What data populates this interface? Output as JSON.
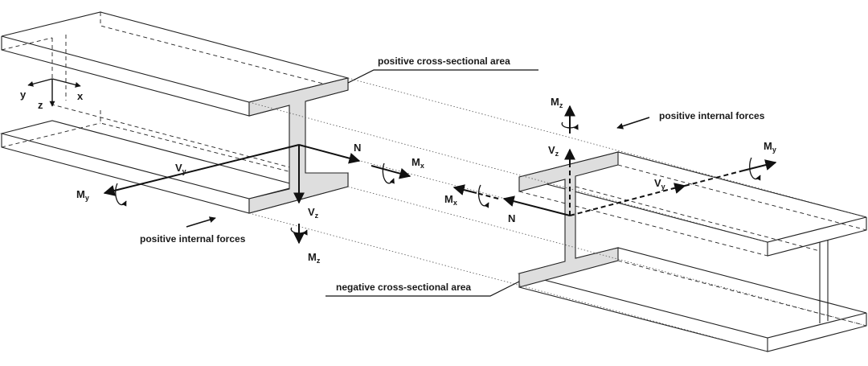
{
  "labels": {
    "positive_area": "positive cross-sectional area",
    "negative_area": "negative cross-sectional area",
    "positive_forces_left": "positive internal forces",
    "positive_forces_right": "positive internal forces"
  },
  "axes": {
    "x": "x",
    "y": "y",
    "z": "z"
  },
  "left_forces": {
    "N": "N",
    "Vy": {
      "base": "V",
      "sub": "y"
    },
    "Vz": {
      "base": "V",
      "sub": "z"
    },
    "Mx": {
      "base": "M",
      "sub": "x"
    },
    "My": {
      "base": "M",
      "sub": "y"
    },
    "Mz": {
      "base": "M",
      "sub": "z"
    }
  },
  "right_forces": {
    "N": "N",
    "Vy": {
      "base": "V",
      "sub": "y"
    },
    "Vz": {
      "base": "V",
      "sub": "z"
    },
    "Mx": {
      "base": "M",
      "sub": "x"
    },
    "My": {
      "base": "M",
      "sub": "y"
    },
    "Mz": {
      "base": "M",
      "sub": "z"
    }
  },
  "colors": {
    "line": "#222222",
    "section_fill": "#dedede",
    "background": "#ffffff"
  }
}
